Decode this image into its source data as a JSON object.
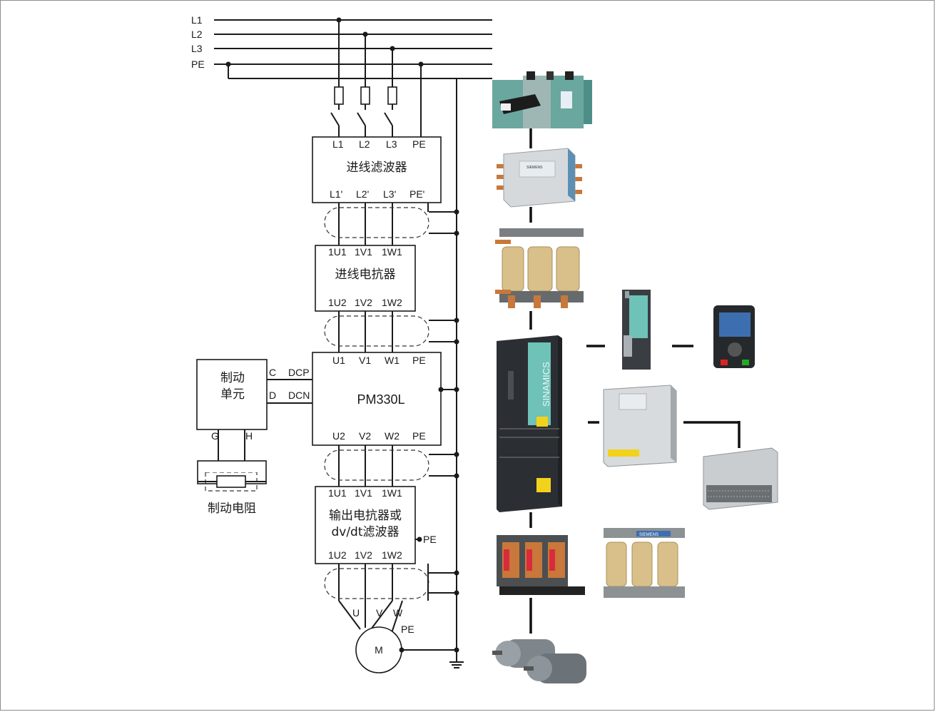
{
  "supply": {
    "l1": "L1",
    "l2": "L2",
    "l3": "L3",
    "pe": "PE"
  },
  "line_filter": {
    "title": "进线滤波器",
    "in": [
      "L1",
      "L2",
      "L3",
      "PE"
    ],
    "out": [
      "L1'",
      "L2'",
      "L3'",
      "PE'"
    ]
  },
  "line_reactor": {
    "title": "进线电抗器",
    "in": [
      "1U1",
      "1V1",
      "1W1"
    ],
    "out": [
      "1U2",
      "1V2",
      "1W2"
    ]
  },
  "power_module": {
    "title": "PM330L",
    "in": [
      "U1",
      "V1",
      "W1",
      "PE"
    ],
    "out": [
      "U2",
      "V2",
      "W2",
      "PE"
    ],
    "dcp": "DCP",
    "dcn": "DCN"
  },
  "brake_unit": {
    "title_line1": "制动",
    "title_line2": "单元",
    "c": "C",
    "d": "D",
    "g": "G",
    "h": "H"
  },
  "brake_resistor": {
    "label": "制动电阻"
  },
  "output_reactor": {
    "title_line1": "输出电抗器或",
    "title_line2": "dv/dt滤波器",
    "in": [
      "1U1",
      "1V1",
      "1W1"
    ],
    "out": [
      "1U2",
      "1V2",
      "1W2"
    ],
    "pe": "PE"
  },
  "motor": {
    "label": "M",
    "u": "U",
    "v": "V",
    "w": "W",
    "pe": "PE"
  },
  "device_photos": {
    "inverter_brand": "SINAMICS",
    "maker": "SIEMENS"
  },
  "colors": {
    "line": "#1a1a1a",
    "inverter_body": "#2b2f33",
    "inverter_accent": "#6fc2b8",
    "warning_label": "#f2d21b",
    "filter_metal": "#cfd3d6",
    "copper": "#c8783a",
    "coil": "#d9c08a"
  }
}
